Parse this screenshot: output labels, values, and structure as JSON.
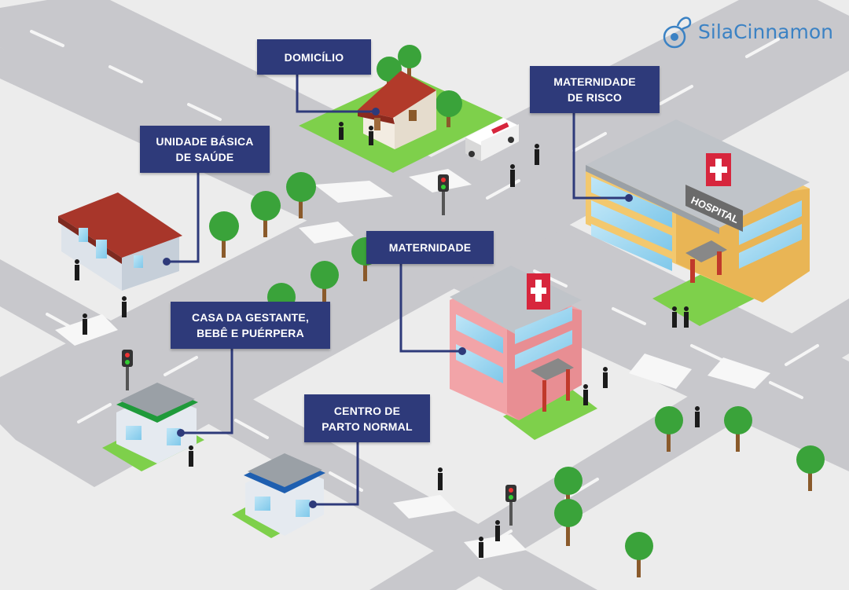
{
  "logo": {
    "text": "SilaCinnamon"
  },
  "labels": {
    "domicilio": "DOMICÍLIO",
    "maternidade_risco": "MATERNIDADE\nDE RISCO",
    "ubs": "UNIDADE BÁSICA\nDE SAÚDE",
    "maternidade": "MATERNIDADE",
    "casa_gestante": "CASA DA GESTANTE,\nBEBÊ E PUÉRPERA",
    "centro_parto": "CENTRO DE\nPARTO NORMAL"
  },
  "signs": {
    "hospital": "HOSPITAL"
  },
  "colors": {
    "label_bg": "#2e3a7a",
    "road": "#c9c9cc",
    "sidewalk": "#f2f2f2",
    "grass": "#7ed04b",
    "tree": "#3aa33a",
    "hospital_wall": "#f3c86e",
    "maternity_wall": "#f2a4a8",
    "cross_red": "#d7263d",
    "logo": "#3b82c4"
  }
}
